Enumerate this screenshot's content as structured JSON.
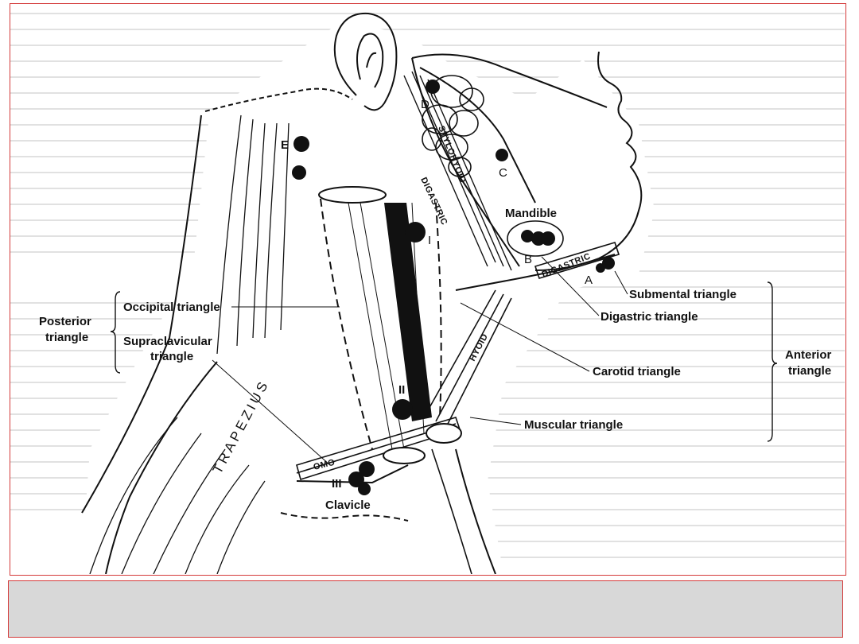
{
  "figure": {
    "labels": {
      "posterior_triangle": [
        "Posterior",
        "triangle"
      ],
      "occipital_triangle": "Occipital triangle",
      "supraclavicular_triangle": [
        "Supraclavicular",
        "triangle"
      ],
      "trapezius": "TRAPEZIUS",
      "clavicle": "Clavicle",
      "omo": "OMO",
      "stylohyoid": "STYLOHYOID",
      "digastric_upper": "DIGASTRIC",
      "digastric_lower": "DIGASTRIC",
      "hyoid": "HYOID",
      "mandible": "Mandible",
      "submental_triangle": "Submental triangle",
      "digastric_triangle": "Digastric triangle",
      "carotid_triangle": "Carotid triangle",
      "muscular_triangle": "Muscular triangle",
      "anterior_triangle": [
        "Anterior",
        "triangle"
      ]
    },
    "node_letters": {
      "A": "A",
      "B": "B",
      "C": "C",
      "D": "D",
      "E": "E"
    },
    "node_levels": {
      "I": "I",
      "II": "II",
      "III": "III"
    }
  },
  "caption": {
    "text": ""
  },
  "colors": {
    "frame_border": "#d43a3a",
    "caption_bg": "#d8d8d8",
    "ink": "#111111",
    "background_print": "#cfcfcf"
  }
}
